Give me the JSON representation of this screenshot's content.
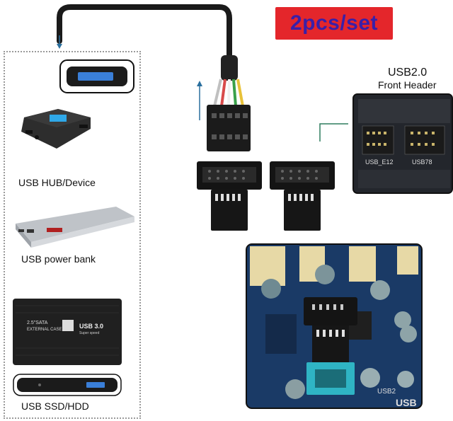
{
  "badge": {
    "text": "2pcs/set"
  },
  "header_label": {
    "title": "USB2.0",
    "subtitle": "Front Header"
  },
  "devices": [
    {
      "label": "USB HUB/Device"
    },
    {
      "label": "USB power bank"
    },
    {
      "label": "USB SSD/HDD"
    }
  ],
  "ssd_case": {
    "line1": "2.5\"SATA",
    "line2": "EXTERNAL CASE",
    "model": "USB 3.0",
    "model_sub": "Super speed"
  },
  "board": {
    "label1": "USB_E12",
    "label2": "USB78"
  },
  "mobo_photo": {
    "label1": "USB2",
    "label2": "USB"
  },
  "colors": {
    "badge_bg": "#e4262b",
    "badge_text": "#3a1fa8",
    "connector": "#1a1a1a",
    "arrow": "#2a6f9e"
  }
}
